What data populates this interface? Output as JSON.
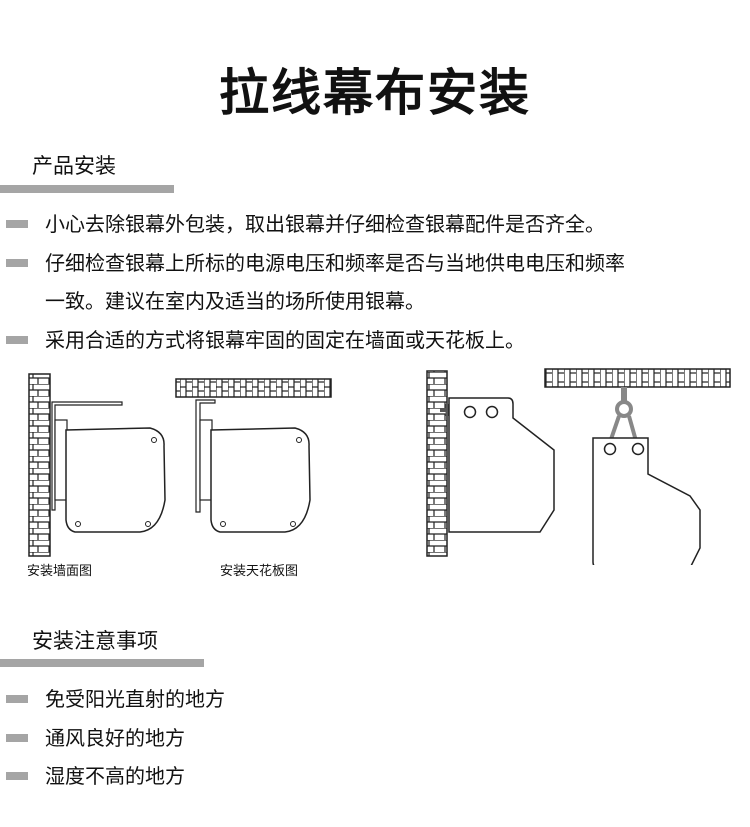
{
  "title": "拉线幕布安装",
  "section1": {
    "heading": "产品安装",
    "items": [
      "小心去除银幕外包装，取出银幕并仔细检查银幕配件是否齐全。",
      "仔细检查银幕上所标的电源电压和频率是否与当地供电电压和频率",
      "一致。建议在室内及适当的场所使用银幕。",
      "采用合适的方式将银幕牢固的固定在墙面或天花板上。"
    ],
    "captions": {
      "wall": "安装墙面图",
      "ceiling": "安装天花板图"
    }
  },
  "section2": {
    "heading": "安装注意事项",
    "items": [
      "免受阳光直射的地方",
      "通风良好的地方",
      "湿度不高的地方"
    ]
  },
  "colors": {
    "bar": "#a5a5a5",
    "text": "#111111"
  }
}
